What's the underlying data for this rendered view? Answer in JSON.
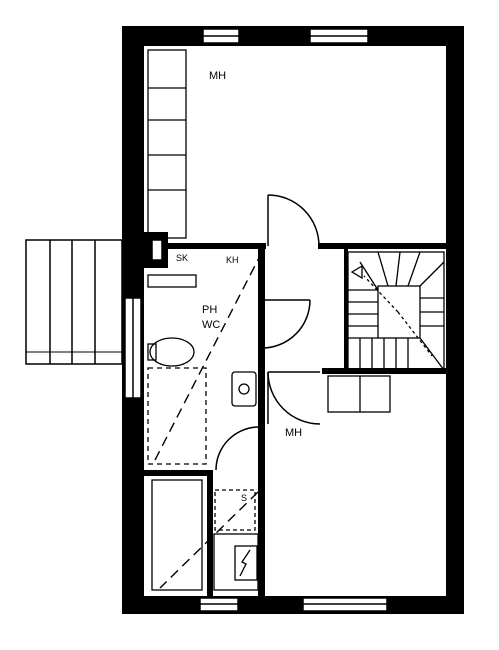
{
  "floor_plan": {
    "rooms": {
      "bedroom_top": {
        "label": "MH"
      },
      "bedroom_bottom": {
        "label": "MH"
      },
      "bathroom": {
        "label_line1": "PH",
        "label_line2": "WC"
      }
    },
    "annotations": {
      "closet": "SK",
      "laundry": "KH",
      "sauna_mark": "S"
    },
    "colors": {
      "wall": "#000000",
      "background": "#ffffff",
      "line": "#000000"
    }
  }
}
